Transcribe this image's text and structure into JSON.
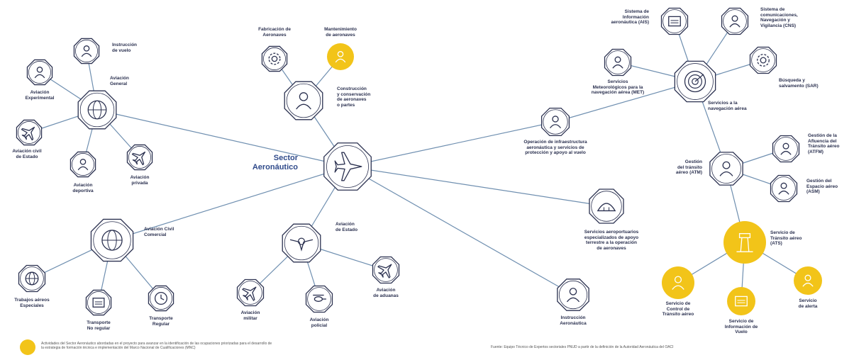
{
  "colors": {
    "line": "#6f8fb0",
    "hex_fill": "#ffffff",
    "hex_stroke": "#2b3150",
    "yellow": "#f2c419",
    "dark": "#2b3150"
  },
  "center": {
    "label": [
      "Sector",
      "Aeronáutico"
    ],
    "icon": "airplane-icon"
  },
  "nodes": [
    {
      "id": "instruccion-vuelo",
      "label": [
        "Instrucción",
        "de vuelo"
      ],
      "icon": "pilot-icon",
      "yellow": false
    },
    {
      "id": "aviacion-general",
      "label": [
        "Aviación",
        "General"
      ],
      "icon": "globe-plane-icon",
      "yellow": false
    },
    {
      "id": "aviacion-experimental",
      "label": [
        "Aviación",
        "Experimental"
      ],
      "icon": "experimental-plane-icon",
      "yellow": false
    },
    {
      "id": "aviacion-civil-estado",
      "label": [
        "Aviación civil",
        "de Estado"
      ],
      "icon": "plane-icon",
      "yellow": false
    },
    {
      "id": "aviacion-deportiva",
      "label": [
        "Aviación",
        "deportiva"
      ],
      "icon": "sport-plane-icon",
      "yellow": false
    },
    {
      "id": "aviacion-privada",
      "label": [
        "Aviación",
        "privada"
      ],
      "icon": "plane-icon",
      "yellow": false
    },
    {
      "id": "fabricacion",
      "label": [
        "Fabricación de",
        "Aeronaves"
      ],
      "icon": "gear-icon",
      "yellow": false
    },
    {
      "id": "mantenimiento",
      "label": [
        "Mantenimiento",
        "de aeronaves"
      ],
      "icon": "mechanic-icon",
      "yellow": true
    },
    {
      "id": "construccion",
      "label": [
        "Construcción",
        "y conservación",
        "de aeronaves",
        "o partes"
      ],
      "icon": "factory-robot-icon",
      "yellow": false
    },
    {
      "id": "operacion-infra",
      "label": [
        "Operación de infraestructura",
        "aeronáutica y servicios de",
        "protección y apoyo al vuelo"
      ],
      "icon": "runway-plane-icon",
      "yellow": false
    },
    {
      "id": "sistema-info",
      "label": [
        "Sistema de",
        "Información",
        "aeronáutica (AIS)"
      ],
      "icon": "document-chart-icon",
      "yellow": false
    },
    {
      "id": "sistema-cns",
      "label": [
        "Sistema de",
        "comunicaciones,",
        "Navegación y",
        "Vigilancia (CNS)"
      ],
      "icon": "satellite-icon",
      "yellow": false
    },
    {
      "id": "servicios-met",
      "label": [
        "Servicios",
        "Meteorológicos para la",
        "navegación aérea (MET)"
      ],
      "icon": "weather-icon",
      "yellow": false
    },
    {
      "id": "navegacion-aerea",
      "label": [
        "Servicios a la",
        "navegación aérea"
      ],
      "icon": "radar-icon",
      "yellow": false
    },
    {
      "id": "busqueda",
      "label": [
        "Búsqueda y",
        "salvamento (SAR)"
      ],
      "icon": "lifebuoy-icon",
      "yellow": false
    },
    {
      "id": "gestion-transito",
      "label": [
        "Gestión",
        "del tránsito",
        "aéreo (ATM)"
      ],
      "icon": "tower-plane-icon",
      "yellow": false
    },
    {
      "id": "gestion-afluencia",
      "label": [
        "Gestión de la",
        "Afluencia del",
        "Tránsito aéreo",
        "(ATFM)"
      ],
      "icon": "flow-icon",
      "yellow": false
    },
    {
      "id": "gestion-espacio",
      "label": [
        "Gestión del",
        "Espacio aéreo",
        "(ASM)"
      ],
      "icon": "airspace-icon",
      "yellow": false
    },
    {
      "id": "servicios-aeroportuarios",
      "label": [
        "Servicios aeroportuarios",
        "especializados de apoyo",
        "terrestre a la operación",
        "de aeronaves"
      ],
      "icon": "hangar-icon",
      "yellow": false
    },
    {
      "id": "transito-aereo",
      "label": [
        "Servicio de",
        "Tránsito aéreo",
        "(ATS)"
      ],
      "icon": "control-tower-icon",
      "yellow": true
    },
    {
      "id": "control-transito",
      "label": [
        "Servicio de",
        "Control de",
        "Tránsito aéreo"
      ],
      "icon": "controller-icon",
      "yellow": true
    },
    {
      "id": "info-vuelo",
      "label": [
        "Servicio de",
        "Información de",
        "Vuelo"
      ],
      "icon": "monitor-icon",
      "yellow": true
    },
    {
      "id": "alerta",
      "label": [
        "Servicio",
        "de alerta"
      ],
      "icon": "alarm-icon",
      "yellow": true
    },
    {
      "id": "civil-comercial",
      "label": [
        "Aviación Civil",
        "Comercial"
      ],
      "icon": "globe-swoosh-icon",
      "yellow": false
    },
    {
      "id": "trabajos-aereos",
      "label": [
        "Trabajos aéreos",
        "Especiales"
      ],
      "icon": "globe-plane-icon",
      "yellow": false
    },
    {
      "id": "transporte-no-regular",
      "label": [
        "Transporte",
        "No regular"
      ],
      "icon": "calendar-icon",
      "yellow": false
    },
    {
      "id": "transporte-regular",
      "label": [
        "Transporte",
        "Regular"
      ],
      "icon": "clock-icon",
      "yellow": false
    },
    {
      "id": "aviacion-estado",
      "label": [
        "Aviación",
        "de Estado"
      ],
      "icon": "wings-emblem-icon",
      "yellow": false
    },
    {
      "id": "aviacion-militar",
      "label": [
        "Aviación",
        "militar"
      ],
      "icon": "jet-icon",
      "yellow": false
    },
    {
      "id": "aviacion-policial",
      "label": [
        "Aviación",
        "policial"
      ],
      "icon": "helicopter-icon",
      "yellow": false
    },
    {
      "id": "aviacion-aduanas",
      "label": [
        "Aviación",
        "de aduanas"
      ],
      "icon": "plane-icon",
      "yellow": false
    },
    {
      "id": "instruccion-aeronautica",
      "label": [
        "Instrucción",
        "Aeronáutica"
      ],
      "icon": "students-icon",
      "yellow": false
    }
  ],
  "footer": {
    "legend_text": [
      "Actividades del Sector Aeronáutico abordadas en el proyecto para avanzar en la identificación de las ocupaciones priorizadas para el desarrollo de",
      "la estrategia de formación técnica e implementación del Marco Nacional de Cualificaciones (MNC)"
    ],
    "source": "Fuente: Equipo Técnico de Expertos sectoriales PNUD a partir de la definición de la Autoridad Aeronáutica del OACI"
  }
}
